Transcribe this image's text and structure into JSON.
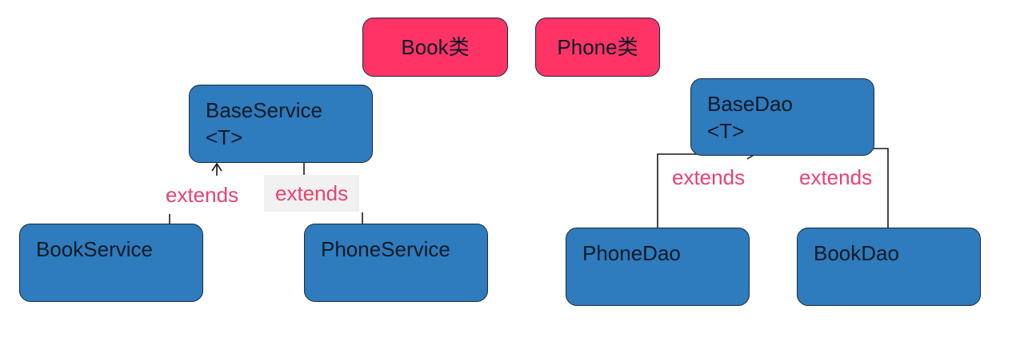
{
  "model_classes": {
    "book": "Book类",
    "phone": "Phone类"
  },
  "service": {
    "base": {
      "name": "BaseService",
      "generic": "<T>"
    },
    "book": "BookService",
    "phone": "PhoneService",
    "extends_left": "extends",
    "extends_right": "extends"
  },
  "dao": {
    "base": {
      "name": "BaseDao",
      "generic": "<T>"
    },
    "phone": "PhoneDao",
    "book": "BookDao",
    "extends_left": "extends",
    "extends_right": "extends"
  },
  "colors": {
    "class_box": "#ff3366",
    "node_box": "#2e7bbd",
    "label_text": "#e8426e"
  }
}
